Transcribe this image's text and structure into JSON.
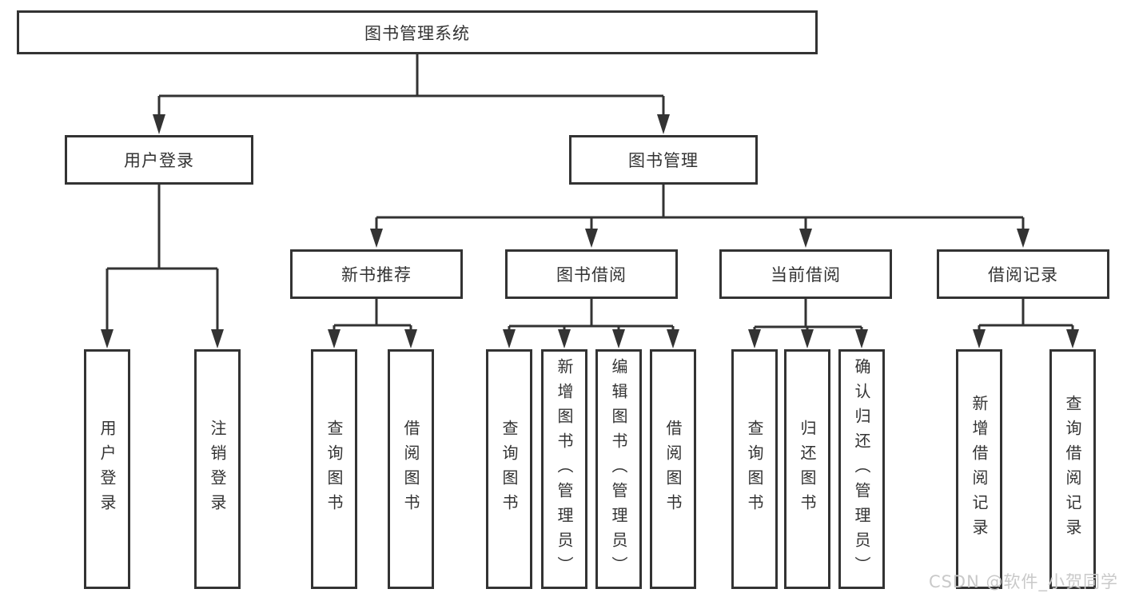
{
  "diagram": {
    "title": "图书管理系统",
    "root": {
      "label": "图书管理系统"
    },
    "level2": [
      {
        "label": "用户登录"
      },
      {
        "label": "图书管理"
      }
    ],
    "level3": [
      {
        "label": "新书推荐",
        "parent": "图书管理"
      },
      {
        "label": "图书借阅",
        "parent": "图书管理"
      },
      {
        "label": "当前借阅",
        "parent": "图书管理"
      },
      {
        "label": "借阅记录",
        "parent": "图书管理"
      }
    ],
    "leaves": [
      {
        "label": "用户登录",
        "parent": "用户登录"
      },
      {
        "label": "注销登录",
        "parent": "用户登录"
      },
      {
        "label": "查询图书",
        "parent": "新书推荐"
      },
      {
        "label": "借阅图书",
        "parent": "新书推荐"
      },
      {
        "label": "查询图书",
        "parent": "图书借阅"
      },
      {
        "label": "新增图书（管理员）",
        "parent": "图书借阅"
      },
      {
        "label": "编辑图书（管理员）",
        "parent": "图书借阅"
      },
      {
        "label": "借阅图书",
        "parent": "图书借阅"
      },
      {
        "label": "查询图书",
        "parent": "当前借阅"
      },
      {
        "label": "归还图书",
        "parent": "当前借阅"
      },
      {
        "label": "确认归还（管理员）",
        "parent": "当前借阅"
      },
      {
        "label": "新增借阅记录",
        "parent": "借阅记录"
      },
      {
        "label": "查询借阅记录",
        "parent": "借阅记录"
      }
    ],
    "colors": {
      "line": "#333333",
      "text": "#333333",
      "box_background": "#ffffff",
      "watermark": "#c9c9c9"
    }
  },
  "watermark": {
    "text": "CSDN @软件_小贺同学"
  }
}
